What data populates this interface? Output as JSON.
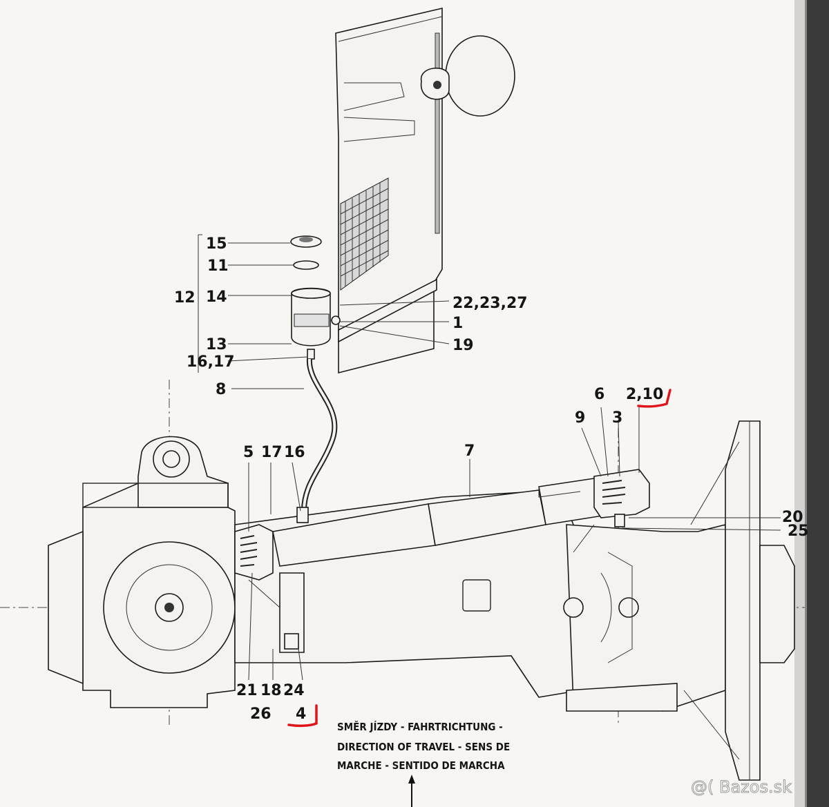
{
  "callouts": {
    "c15": "15",
    "c11": "11",
    "c12": "12",
    "c14": "14",
    "c13": "13",
    "c1617": "16,17",
    "c8": "8",
    "c222327": "22,23,27",
    "c1": "1",
    "c19": "19",
    "c6": "6",
    "c210": "2,10",
    "c9": "9",
    "c3": "3",
    "c7": "7",
    "c5": "5",
    "c17": "17",
    "c16": "16",
    "c20": "20",
    "c25": "25",
    "c21": "21",
    "c18": "18",
    "c24": "24",
    "c26": "26",
    "c4": "4"
  },
  "caption": {
    "line1": "SMĚR JÍZDY - FAHRTRICHTUNG -",
    "line2": "DIRECTION OF TRAVEL - SENS DE",
    "line3": "MARCHE - SENTIDO DE MARCHA"
  },
  "watermark": "@( Bazos.sk",
  "colors": {
    "highlight": "#e0141b",
    "ink": "#151515"
  }
}
